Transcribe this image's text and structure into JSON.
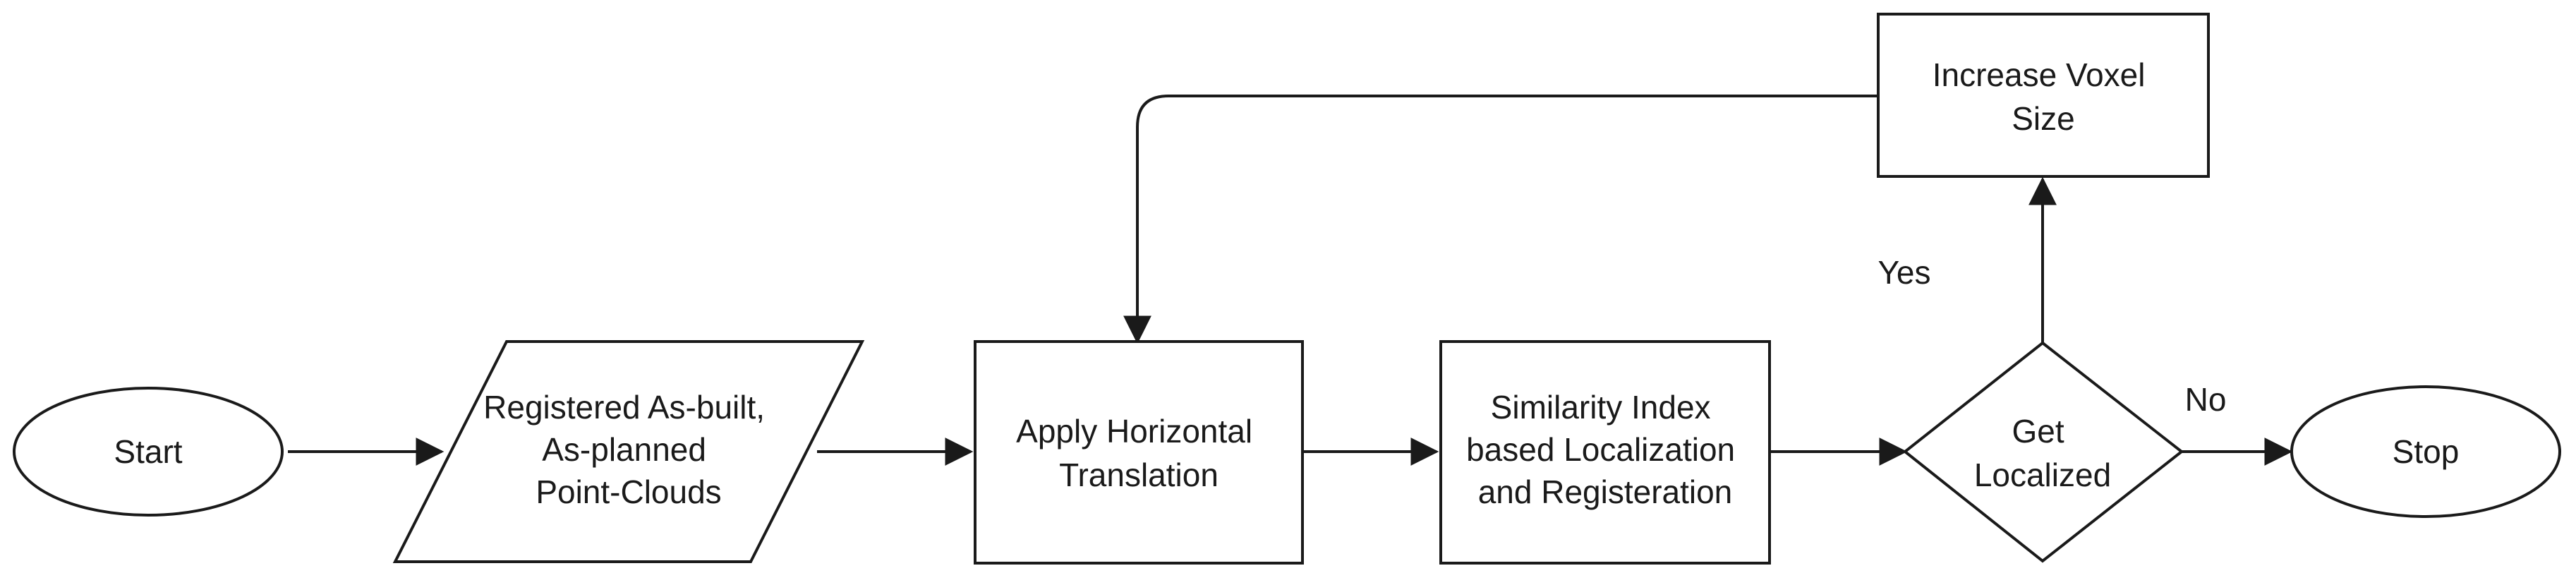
{
  "nodes": {
    "start": {
      "label": "Start"
    },
    "input": {
      "lines": [
        "Registered As-built,",
        "As-planned",
        "Point-Clouds"
      ]
    },
    "translate": {
      "lines": [
        "Apply Horizontal",
        "Translation"
      ]
    },
    "similarity": {
      "lines": [
        "Similarity Index",
        "based Localization",
        "and Registeration"
      ]
    },
    "decision": {
      "lines": [
        "Get",
        "Localized"
      ]
    },
    "stop": {
      "label": "Stop"
    },
    "voxel": {
      "lines": [
        "Increase Voxel",
        "Size"
      ]
    }
  },
  "edge_labels": {
    "yes": "Yes",
    "no": "No"
  }
}
